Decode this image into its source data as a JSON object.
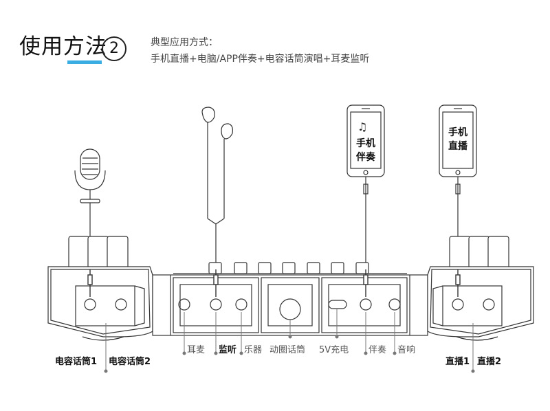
{
  "header": {
    "title": "使用方法",
    "title_number": "2",
    "subtitle_line1": "典型应用方式：",
    "subtitle_line2": "手机直播+电脑/APP伴奏+电容话筒演唱+耳麦监听",
    "accent_color": "#3aaee3"
  },
  "phones": {
    "accompaniment_line1": "手机",
    "accompaniment_line2": "伴奏",
    "live_line1": "手机",
    "live_line2": "直播"
  },
  "ports": {
    "condenser_mic_1": "电容话筒1",
    "condenser_mic_2": "电容话筒2",
    "headset": "耳麦",
    "monitor": "监听",
    "instrument": "乐器",
    "dynamic_mic": "动圈话筒",
    "charge_5v": "5V充电",
    "accompaniment": "伴奏",
    "speaker": "音响",
    "live_1": "直播1",
    "live_2": "直播2"
  }
}
